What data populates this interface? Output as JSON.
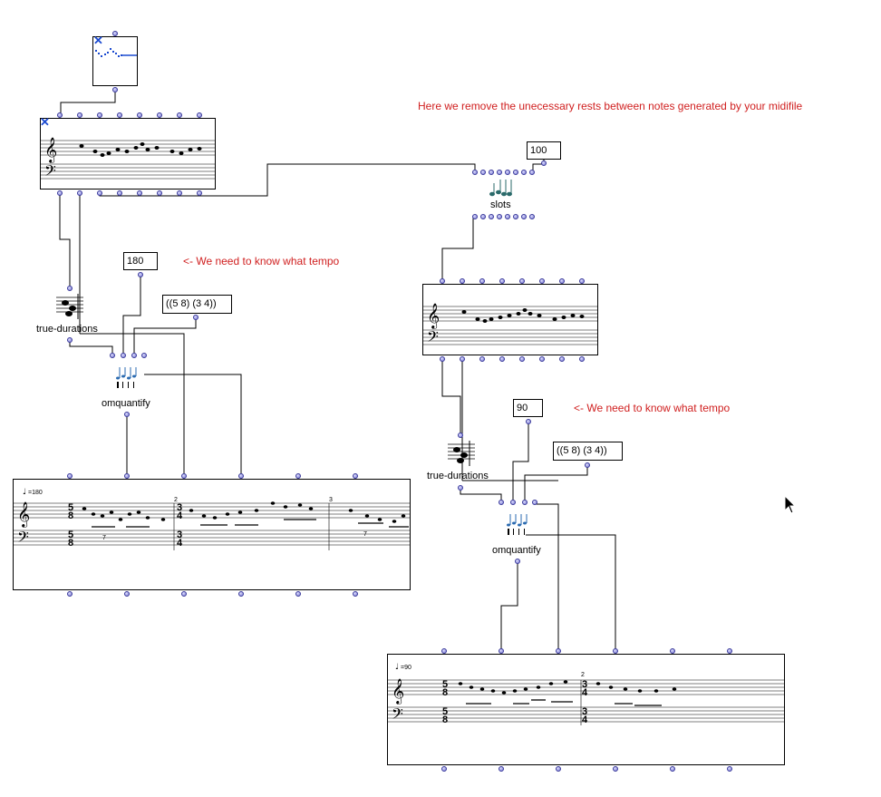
{
  "comments": {
    "rests": "Here we remove the unecessary rests between notes generated by your midifile",
    "tempo_left": "<- We need to know what tempo",
    "tempo_right": "<- We need to know what tempo"
  },
  "values": {
    "slots_input": "100",
    "tempo_left": "180",
    "tempo_right": "90",
    "signatures_left": "((5 8) (3 4))",
    "signatures_right": "((5 8) (3 4))"
  },
  "labels": {
    "true_durations_left": "true-durations",
    "true_durations_right": "true-durations",
    "omquantify_left": "omquantify",
    "omquantify_right": "omquantify",
    "slots": "slots"
  },
  "scores": {
    "left_tempo_mark": "=180",
    "right_tempo_mark": "=90",
    "left_measure_2": "2",
    "left_measure_3": "3",
    "right_measure_2": "2",
    "tuplet_seven": "7",
    "time_sig_5_8_num": "5",
    "time_sig_5_8_den": "8",
    "time_sig_3_4_num": "3",
    "time_sig_3_4_den": "4"
  },
  "colors": {
    "comment": "#d02020",
    "port": "#7474d0",
    "lock_icon": "#1b4ad0"
  }
}
